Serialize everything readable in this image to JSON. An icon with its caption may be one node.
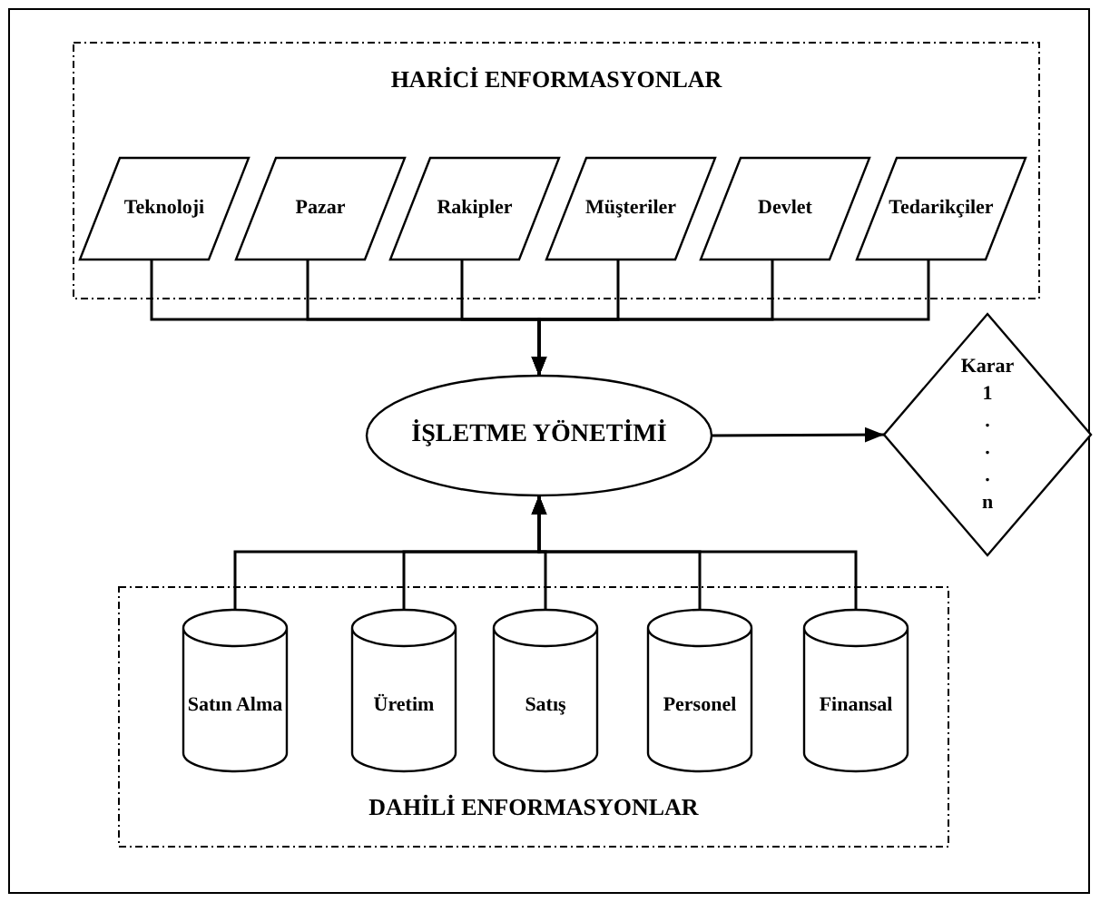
{
  "diagram": {
    "nodes": [
      {
        "text": [
          "HARİCİ ENFORMASYONLAR"
        ]
      },
      {
        "text": [
          "Teknoloji"
        ],
        "in": 0
      },
      {
        "text": [
          "Pazar"
        ],
        "in": 0
      },
      {
        "text": [
          "Rakipler"
        ],
        "in": 0
      },
      {
        "text": [
          "Müşteriler"
        ],
        "in": 0
      },
      {
        "text": [
          "Devlet"
        ],
        "in": 0
      },
      {
        "text": [
          "Tedarikçiler"
        ],
        "in": 0
      },
      {
        "text": [
          "İŞLETME YÖNETİMİ"
        ]
      },
      {
        "text": [
          "Karar 1 . . . n"
        ]
      },
      {
        "text": [
          "DAHİLİ ENFORMASYONLAR"
        ]
      },
      {
        "text": [
          "Satın Alma"
        ],
        "in": 9
      },
      {
        "text": [
          "Üretim"
        ],
        "in": 9
      },
      {
        "text": [
          "Satış"
        ],
        "in": 9
      },
      {
        "text": [
          "Personel"
        ],
        "in": 9
      },
      {
        "text": [
          "Finansal"
        ],
        "in": 9
      }
    ],
    "edges": [
      {
        "from": 1,
        "to": 7,
        "arrow": "to"
      },
      {
        "from": 2,
        "to": 7,
        "arrow": "to"
      },
      {
        "from": 3,
        "to": 7,
        "arrow": "to"
      },
      {
        "from": 4,
        "to": 7,
        "arrow": "to"
      },
      {
        "from": 5,
        "to": 7,
        "arrow": "to"
      },
      {
        "from": 6,
        "to": 7,
        "arrow": "to"
      },
      {
        "from": 10,
        "to": 7,
        "arrow": "to"
      },
      {
        "from": 11,
        "to": 7,
        "arrow": "to"
      },
      {
        "from": 12,
        "to": 7,
        "arrow": "to"
      },
      {
        "from": 13,
        "to": 7,
        "arrow": "to"
      },
      {
        "from": 14,
        "to": 7,
        "arrow": "to"
      },
      {
        "from": 7,
        "to": 8,
        "arrow": "to"
      }
    ]
  }
}
